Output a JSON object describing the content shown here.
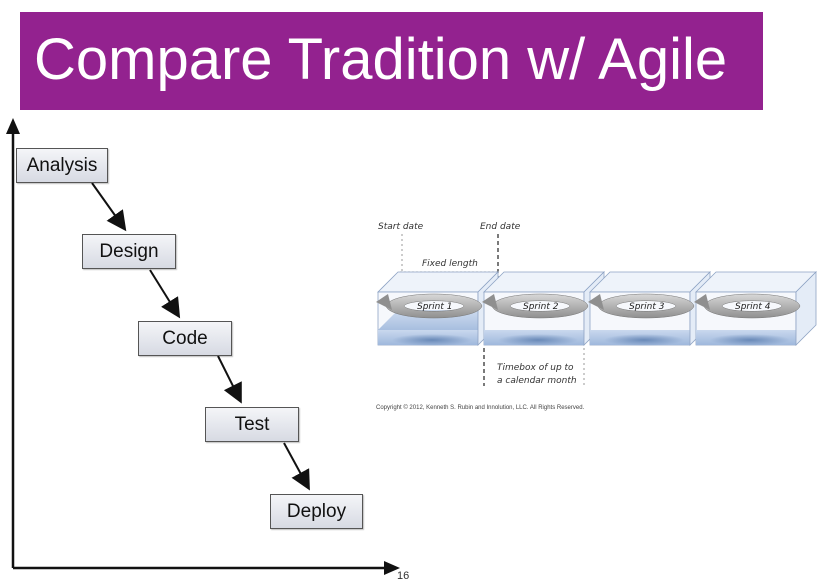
{
  "slide": {
    "title": "Compare Tradition w/ Agile",
    "page_number": "16"
  },
  "waterfall": {
    "steps": [
      "Analysis",
      "Design",
      "Code",
      "Test",
      "Deploy"
    ]
  },
  "agile": {
    "start_label": "Start date",
    "end_label": "End date",
    "fixed_label": "Fixed length",
    "sprints": [
      "Sprint 1",
      "Sprint 2",
      "Sprint 3",
      "Sprint 4"
    ],
    "timebox_line1": "Timebox of up to",
    "timebox_line2": "a calendar month",
    "copyright": "Copyright © 2012, Kenneth S. Rubin and Innolution, LLC. All Rights Reserved."
  },
  "colors": {
    "title_bg": "#93228f",
    "title_text": "#ffffff",
    "sprint_floor": "#a9c2e3",
    "sprint_arrow": "#9a9a9a"
  }
}
